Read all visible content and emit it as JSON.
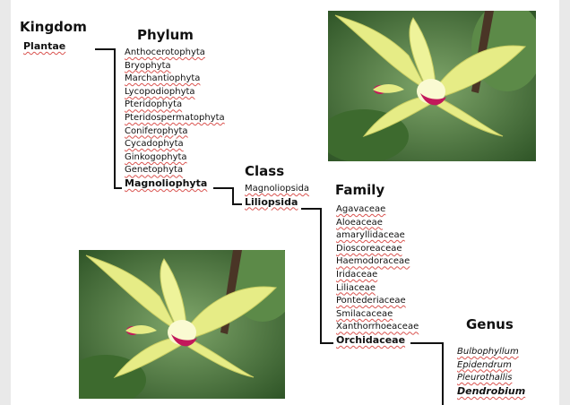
{
  "kingdom": {
    "heading": "Kingdom",
    "items": [
      "Plantae"
    ]
  },
  "phylum": {
    "heading": "Phylum",
    "items": [
      "Anthocerotophyta",
      "Bryophyta",
      "Marchantiophyta",
      "Lycopodiophyta",
      "Pteridophyta",
      "Pteridospermatophyta",
      "Coniferophyta",
      "Cycadophyta",
      "Ginkogophyta",
      "Genetophyta",
      "Magnoliophyta"
    ],
    "selected": "Magnoliophyta"
  },
  "class": {
    "heading": "Class",
    "items": [
      "Magnoliopsida",
      "Liliopsida"
    ],
    "selected": "Liliopsida"
  },
  "family": {
    "heading": "Family",
    "items": [
      "Agavaceae",
      "Aloeaceae",
      "amaryllidaceae",
      "Dioscoreaceae",
      "Haemodoraceae",
      "Iridaceae",
      "Liliaceae",
      "Pontederiaceae",
      "Smilacaceae",
      "Xanthorrhoeaceae",
      "Orchidaceae"
    ],
    "selected": "Orchidaceae"
  },
  "genus": {
    "heading": "Genus",
    "items": [
      "Bulbophyllum",
      "Epidendrum",
      "Pleurothallis",
      "Dendrobium"
    ],
    "selected": "Dendrobium"
  },
  "colors": {
    "connector": "#111111",
    "spellcheck": "#d9534f",
    "petal": "#e6ec86",
    "lip": "#c2185b",
    "foliage": "#4d7a3a"
  }
}
